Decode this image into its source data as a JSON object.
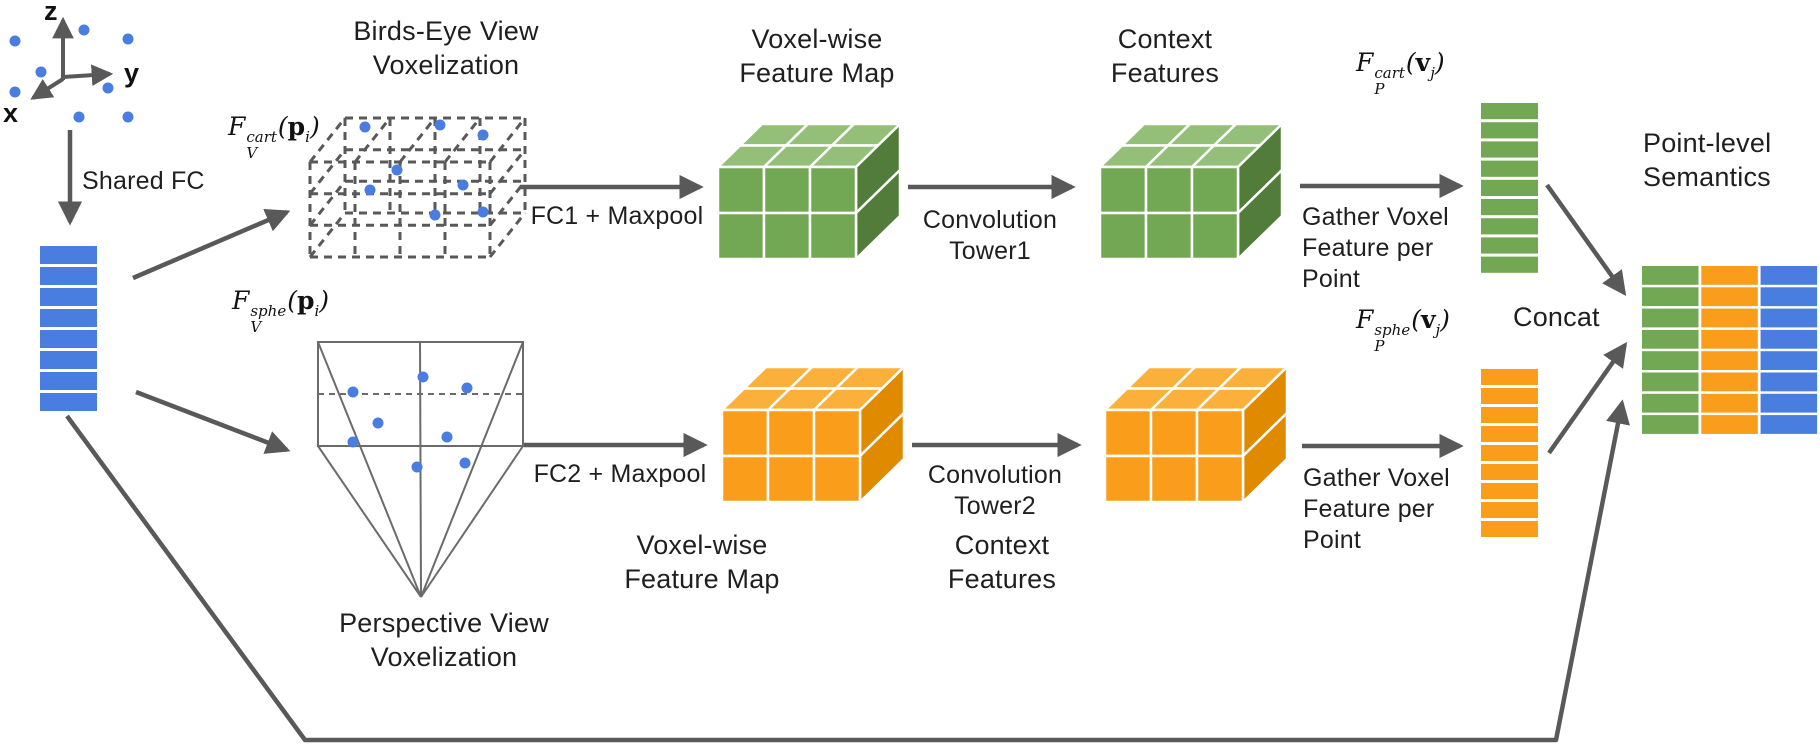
{
  "colors": {
    "blue": "#4a7de0",
    "green_front": "#72a754",
    "green_top": "#93bf78",
    "green_side": "#527c39",
    "orange_front": "#f99d1b",
    "orange_top": "#fbb03b",
    "orange_side": "#e08a00",
    "line": "#595959",
    "text": "#1f1f1f"
  },
  "point_cloud": {
    "axis_z": "z",
    "axis_y": "y",
    "axis_x": "x"
  },
  "labels": {
    "shared_fc": "Shared FC",
    "bev_title": [
      "Birds-Eye View",
      "Voxelization"
    ],
    "pv_title": [
      "Perspective View",
      "Voxelization"
    ],
    "voxel_map_top": [
      "Voxel-wise",
      "Feature Map"
    ],
    "voxel_map_bottom": [
      "Voxel-wise",
      "Feature Map"
    ],
    "context_top": [
      "Context",
      "Features"
    ],
    "context_bottom": [
      "Context",
      "Features"
    ],
    "fc1": "FC1 + Maxpool",
    "fc2": "FC2 + Maxpool",
    "conv1": [
      "Convolution",
      "Tower1"
    ],
    "conv2": [
      "Convolution",
      "Tower2"
    ],
    "gather_top": [
      "Gather Voxel",
      "Feature per",
      "Point"
    ],
    "gather_bottom": [
      "Gather Voxel",
      "Feature per",
      "Point"
    ],
    "concat": "Concat",
    "point_level": [
      "Point-level",
      "Semantics"
    ]
  },
  "formulas": {
    "fv_cart": {
      "base": "F",
      "sup": "cart",
      "sub": "V",
      "open": "(",
      "arg": "p",
      "argsub": "i",
      "close": ")"
    },
    "fv_sphe": {
      "base": "F",
      "sup": "sphe",
      "sub": "V",
      "open": "(",
      "arg": "p",
      "argsub": "i",
      "close": ")"
    },
    "fp_cart": {
      "base": "F",
      "sup": "cart",
      "sub": "P",
      "open": "(",
      "arg": "v",
      "argsub": "j",
      "close": ")"
    },
    "fp_sphe": {
      "base": "F",
      "sup": "sphe",
      "sub": "P",
      "open": "(",
      "arg": "v",
      "argsub": "j",
      "close": ")"
    }
  },
  "stacks": {
    "point_feature_rows": 8,
    "cart_voxel_rows": 9,
    "sphe_voxel_rows": 9,
    "concat_rows": 8,
    "concat_columns": [
      "green",
      "orange",
      "blue"
    ]
  }
}
